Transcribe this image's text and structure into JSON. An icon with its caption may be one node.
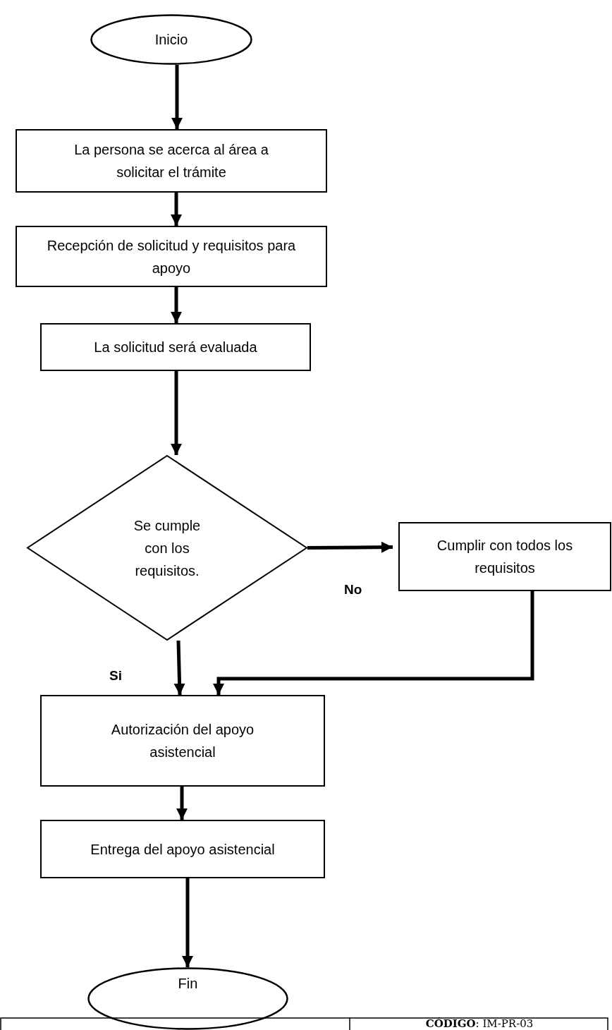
{
  "diagram": {
    "nodes": [
      {
        "text": [
          "Inicio"
        ]
      },
      {
        "text": [
          "La persona se acerca al área a solicitar el trámite"
        ]
      },
      {
        "text": [
          "Recepción de solicitud y requisitos para apoyo"
        ]
      },
      {
        "text": [
          "La solicitud será evaluada"
        ]
      },
      {
        "text": [
          "Se cumple con los requisitos."
        ]
      },
      {
        "text": [
          "Cumplir con todos los requisitos"
        ]
      },
      {
        "text": [
          "Autorización del apoyo asistencial"
        ]
      },
      {
        "text": [
          "Entrega del apoyo asistencial"
        ]
      },
      {
        "text": [
          "Fin"
        ]
      }
    ],
    "edges": [
      {
        "from": 0,
        "to": 1,
        "arrow": "to"
      },
      {
        "from": 1,
        "to": 2,
        "arrow": "to"
      },
      {
        "from": 2,
        "to": 3,
        "arrow": "to"
      },
      {
        "from": 3,
        "to": 4,
        "arrow": "to"
      },
      {
        "from": 4,
        "to": 5,
        "arrow": "to",
        "label": "No"
      },
      {
        "from": 4,
        "to": 6,
        "arrow": "to",
        "label": "Si"
      },
      {
        "from": 5,
        "to": 6,
        "arrow": "to"
      },
      {
        "from": 6,
        "to": 7,
        "arrow": "to"
      },
      {
        "from": 7,
        "to": 8,
        "arrow": "to"
      }
    ],
    "labels": [
      "**CÓDIGO**: IM-PR-03"
    ]
  }
}
